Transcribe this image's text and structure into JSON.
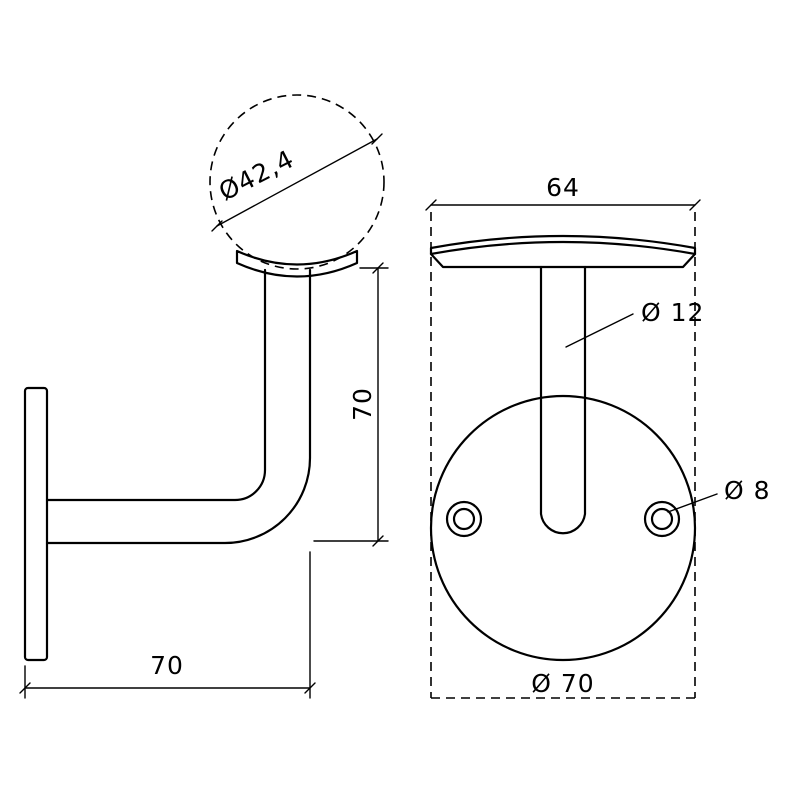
{
  "drawing": {
    "type": "technical-drawing-handrail-bracket",
    "colors": {
      "line": "#000000",
      "background": "#ffffff"
    },
    "side": {
      "rail_diameter": "Ø42,4",
      "height": "70",
      "depth": "70"
    },
    "front": {
      "saddle_width": "64",
      "post_diameter": "Ø 12",
      "hole_diameter": "Ø 8",
      "plate_diameter": "Ø 70"
    }
  }
}
